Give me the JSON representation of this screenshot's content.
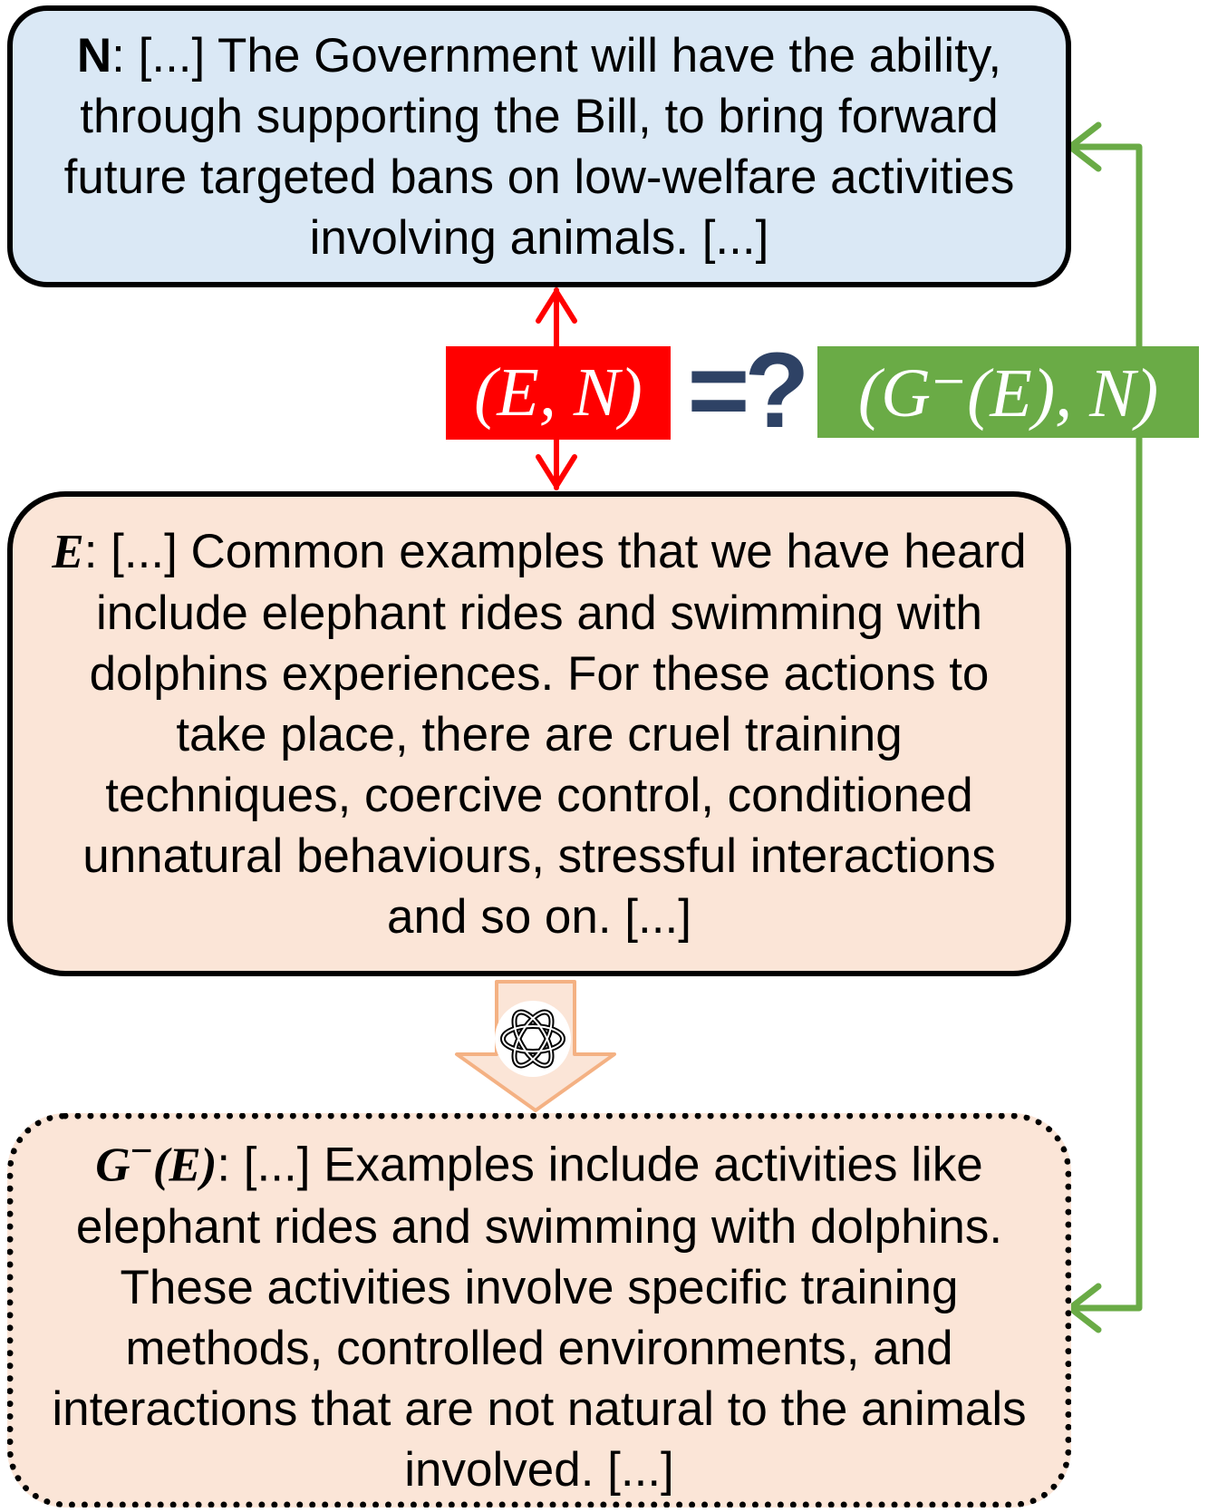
{
  "boxes": {
    "n": {
      "label": "N",
      "separator": ":",
      "text": " [...] The Government will have the ability, through supporting the Bill, to bring forward future targeted bans on low-welfare activities involving animals. [...]"
    },
    "e": {
      "label": "E",
      "separator": ":",
      "text": " [...] Common examples that we have heard include elephant rides and swimming with dolphins experiences. For these actions to take place, there are cruel training techniques, coercive control, conditioned unnatural behaviours, stressful interactions and so on. [...]"
    },
    "g": {
      "label_g": "G",
      "label_sup": "−",
      "label_arg": "(E)",
      "separator": ":",
      "text": " [...] Examples include activities like elephant rides and swimming with dolphins. These activities involve specific training methods, controlled environments, and interactions that are not natural to the animals involved. [...]"
    }
  },
  "labels": {
    "pair_original": "(E, N)",
    "comparison": "=?",
    "pair_generated": "(G⁻(E), N)"
  },
  "colors": {
    "n_fill": "#dae8f5",
    "e_fill": "#fbe5d7",
    "red_arrow": "#ff0000",
    "green_arrow": "#6aab46",
    "question_mark": "#2e4265",
    "down_arrow_fill": "#fbe5d7",
    "down_arrow_stroke": "#f4b183"
  },
  "icons": {
    "generator": "openai-logo-icon"
  }
}
